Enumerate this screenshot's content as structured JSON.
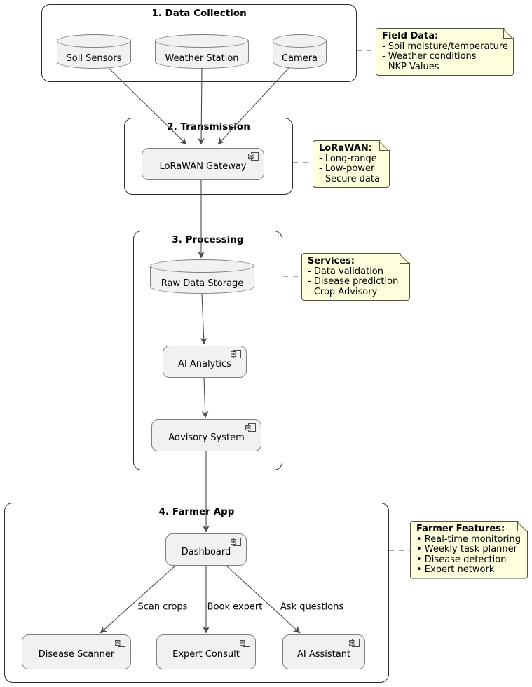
{
  "diagram": {
    "groups": {
      "data_collection": "1. Data Collection",
      "transmission": "2. Transmission",
      "processing": "3. Processing",
      "farmer_app": "4. Farmer App"
    },
    "nodes": {
      "soil_sensors": "Soil Sensors",
      "weather_station": "Weather Station",
      "camera": "Camera",
      "lorawan_gateway": "LoRaWAN Gateway",
      "raw_data_storage": "Raw Data Storage",
      "ai_analytics": "AI Analytics",
      "advisory_system": "Advisory System",
      "dashboard": "Dashboard",
      "disease_scanner": "Disease Scanner",
      "expert_consult": "Expert Consult",
      "ai_assistant": "AI Assistant"
    },
    "edge_labels": {
      "scan_crops": "Scan crops",
      "book_expert": "Book expert",
      "ask_questions": "Ask questions"
    },
    "notes": {
      "field_data": {
        "title": "Field Data:",
        "lines": [
          "- Soil moisture/temperature",
          "- Weather conditions",
          "- NKP Values"
        ]
      },
      "lorawan": {
        "title": "LoRaWAN:",
        "lines": [
          "- Long-range",
          "- Low-power",
          "- Secure data"
        ]
      },
      "services": {
        "title": "Services:",
        "lines": [
          "- Data validation",
          "- Disease prediction",
          "- Crop Advisory"
        ]
      },
      "farmer_features": {
        "title": "Farmer Features:",
        "lines": [
          "• Real-time monitoring",
          "• Weekly task planner",
          "• Disease detection",
          "• Expert network"
        ]
      }
    },
    "colors": {
      "note_bg": "#FEFFDD",
      "node_bg": "#F1F1F1",
      "group_border": "#2B2B2B",
      "node_border": "#7F7F7F",
      "note_border": "#55553D",
      "arrow": "#4A4A4A",
      "text": "#000000"
    }
  }
}
